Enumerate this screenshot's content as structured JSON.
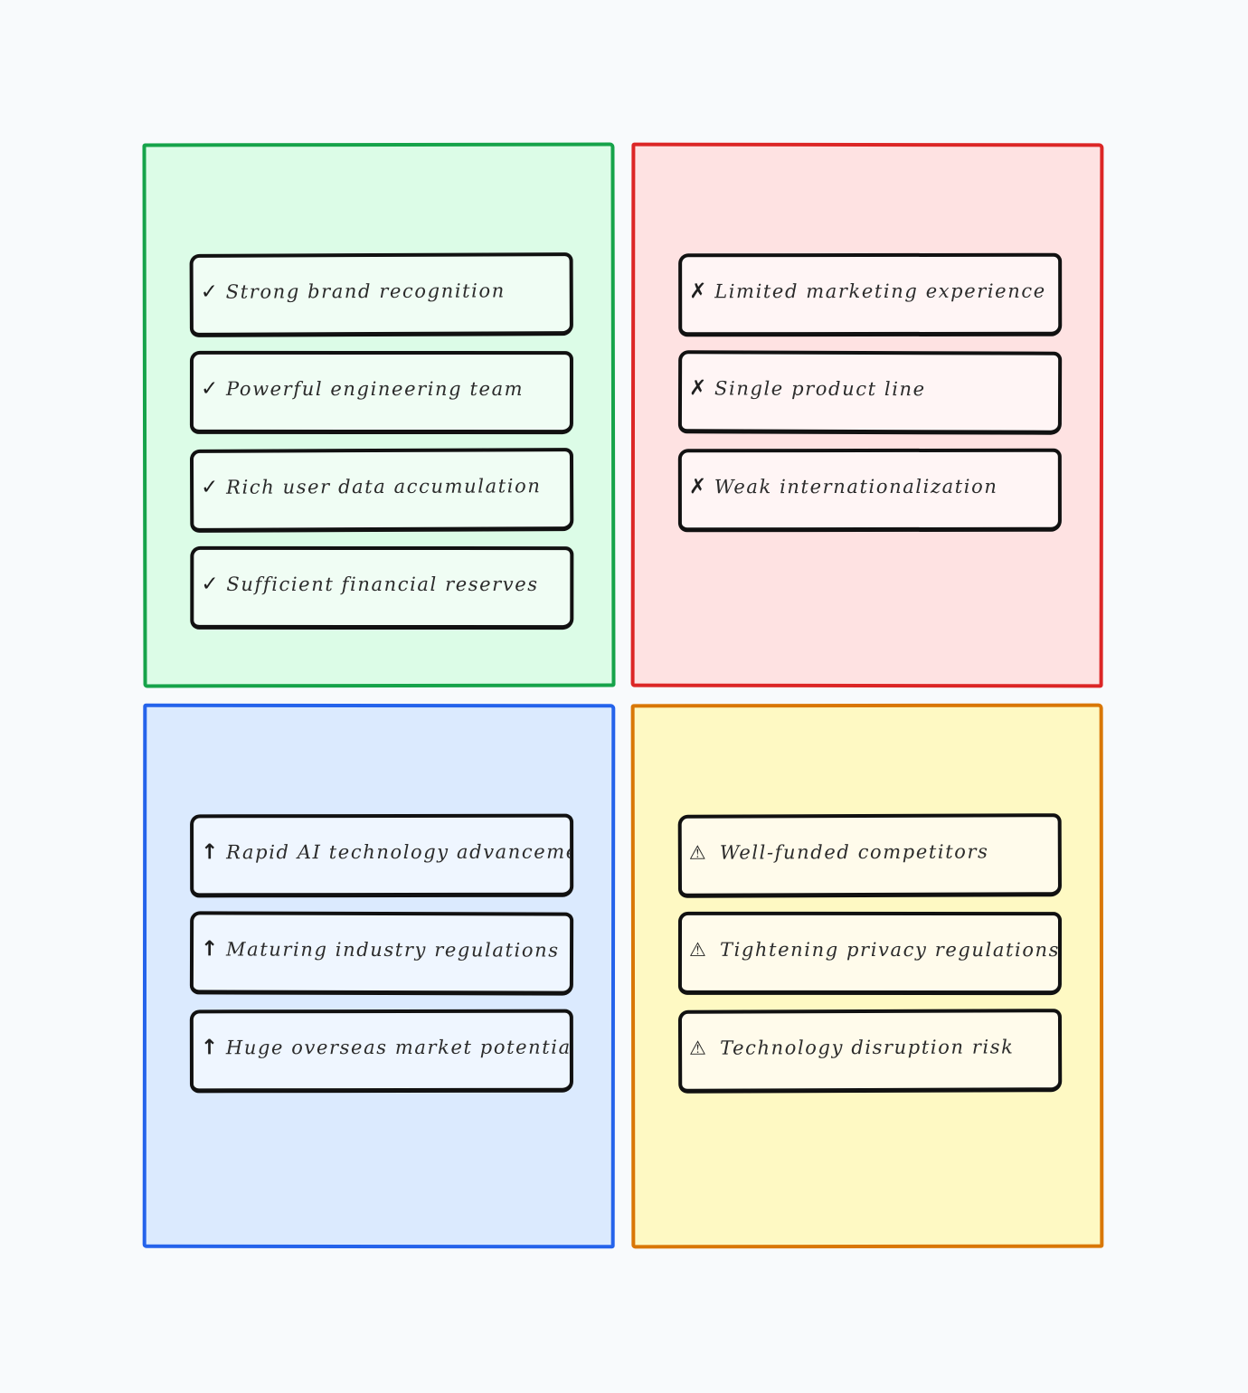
{
  "quadrants": {
    "strengths": {
      "marker": "✓",
      "items": [
        "Strong brand recognition",
        "Powerful engineering team",
        "Rich user data accumulation",
        "Sufficient financial reserves"
      ]
    },
    "weaknesses": {
      "marker": "✗",
      "items": [
        "Limited marketing experience",
        "Single product line",
        "Weak internationalization"
      ]
    },
    "opportunities": {
      "marker": "↑",
      "items": [
        "Rapid AI technology advancement",
        "Maturing industry regulations",
        "Huge overseas market potential"
      ]
    },
    "threats": {
      "marker": "⚠",
      "items": [
        "Well-funded competitors",
        "Tightening privacy regulations",
        "Technology disruption risk"
      ]
    }
  },
  "colors": {
    "strengths_border": "#16a34a",
    "strengths_fill": "#dcfce7",
    "weaknesses_border": "#dc2626",
    "weaknesses_fill": "#fee2e2",
    "opportunities_border": "#2563eb",
    "opportunities_fill": "#dbeafe",
    "threats_border": "#d97706",
    "threats_fill": "#fef9c3"
  },
  "icons": {
    "strengths": "check-icon",
    "weaknesses": "cross-icon",
    "opportunities": "arrow-up-icon",
    "threats": "warning-icon"
  }
}
